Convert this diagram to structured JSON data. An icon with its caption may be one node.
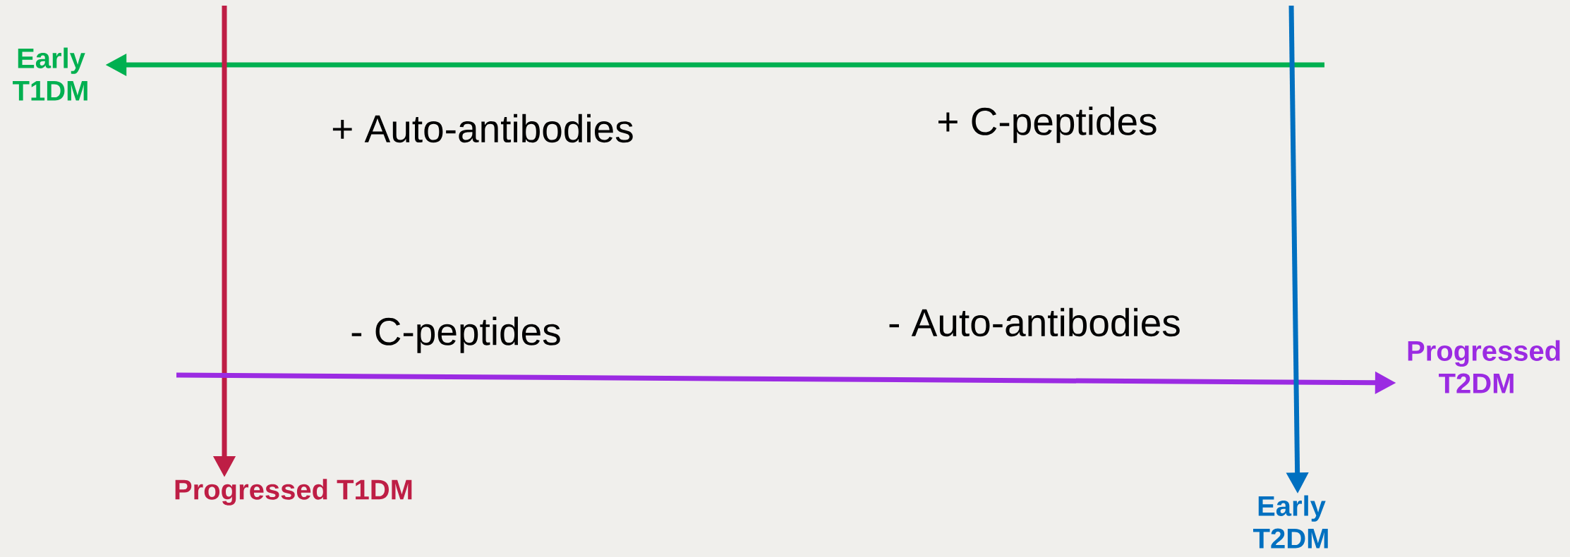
{
  "diagram": {
    "nodes": [
      {
        "text": [
          "Early T1DM"
        ]
      },
      {
        "text": [
          "Progressed T1DM"
        ]
      },
      {
        "text": [
          "Progressed T2DM"
        ]
      },
      {
        "text": [
          "Early T2DM"
        ]
      }
    ],
    "edges": [
      {
        "from": null,
        "to": 0,
        "arrow": "to",
        "color": "#00b050"
      },
      {
        "from": null,
        "to": 1,
        "arrow": "to",
        "color": "#be1e45"
      },
      {
        "from": null,
        "to": 2,
        "arrow": "to",
        "color": "#9b2be2"
      },
      {
        "from": null,
        "to": 3,
        "arrow": "to",
        "color": "#0070c0"
      }
    ],
    "labels": [
      "+ Auto-antibodies",
      "+ C-peptides",
      "- C-peptides",
      "- Auto-antibodies"
    ]
  }
}
